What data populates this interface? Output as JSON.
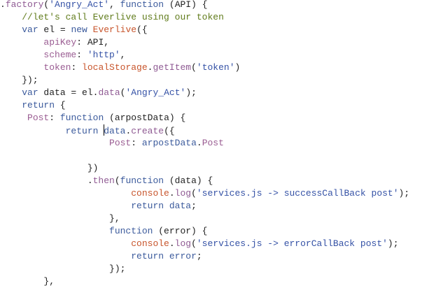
{
  "editor": {
    "cursor": {
      "line": 10,
      "token": 2,
      "offset": 2
    },
    "lines": [
      [
        [
          "p",
          "."
        ],
        [
          "mth",
          "factory"
        ],
        [
          "p",
          "("
        ],
        [
          "str",
          "'Angry_Act'"
        ],
        [
          "p",
          ", "
        ],
        [
          "kw",
          "function"
        ],
        [
          "p",
          " (API) {"
        ]
      ],
      [
        [
          "p",
          "    "
        ],
        [
          "cm",
          "//let's call Everlive using our token"
        ]
      ],
      [
        [
          "p",
          "    "
        ],
        [
          "kw",
          "var"
        ],
        [
          "p",
          " el = "
        ],
        [
          "kw",
          "new"
        ],
        [
          "p",
          " "
        ],
        [
          "cls",
          "Everlive"
        ],
        [
          "p",
          "({"
        ]
      ],
      [
        [
          "p",
          "        "
        ],
        [
          "prop",
          "apiKey"
        ],
        [
          "p",
          ": API,"
        ]
      ],
      [
        [
          "p",
          "        "
        ],
        [
          "prop",
          "scheme"
        ],
        [
          "p",
          ": "
        ],
        [
          "str",
          "'http'"
        ],
        [
          "p",
          ","
        ]
      ],
      [
        [
          "p",
          "        "
        ],
        [
          "prop",
          "token"
        ],
        [
          "p",
          ": "
        ],
        [
          "cls",
          "localStorage"
        ],
        [
          "p",
          "."
        ],
        [
          "mth",
          "getItem"
        ],
        [
          "p",
          "("
        ],
        [
          "str",
          "'token'"
        ],
        [
          "p",
          ")"
        ]
      ],
      [
        [
          "p",
          "    });"
        ]
      ],
      [
        [
          "p",
          "    "
        ],
        [
          "kw",
          "var"
        ],
        [
          "p",
          " data = el."
        ],
        [
          "mth",
          "data"
        ],
        [
          "p",
          "("
        ],
        [
          "str",
          "'Angry_Act'"
        ],
        [
          "p",
          ");"
        ]
      ],
      [
        [
          "p",
          "    "
        ],
        [
          "kw",
          "return"
        ],
        [
          "p",
          " {"
        ]
      ],
      [
        [
          "p",
          "     "
        ],
        [
          "prop",
          "Post"
        ],
        [
          "p",
          ": "
        ],
        [
          "kw",
          "function"
        ],
        [
          "p",
          " (arpostData) {"
        ]
      ],
      [
        [
          "p",
          "            "
        ],
        [
          "kw",
          "return"
        ],
        [
          "p",
          " "
        ],
        [
          "id",
          "data"
        ],
        [
          "p",
          "."
        ],
        [
          "mth",
          "create"
        ],
        [
          "p",
          "({"
        ]
      ],
      [
        [
          "p",
          "                    "
        ],
        [
          "prop",
          "Post"
        ],
        [
          "p",
          ": "
        ],
        [
          "id",
          "arpostData"
        ],
        [
          "p",
          "."
        ],
        [
          "prop",
          "Post"
        ]
      ],
      [
        [
          "p",
          ""
        ]
      ],
      [
        [
          "p",
          "                })"
        ]
      ],
      [
        [
          "p",
          "                ."
        ],
        [
          "mth",
          "then"
        ],
        [
          "p",
          "("
        ],
        [
          "kw",
          "function"
        ],
        [
          "p",
          " (data) {"
        ]
      ],
      [
        [
          "p",
          "                        "
        ],
        [
          "cls",
          "console"
        ],
        [
          "p",
          "."
        ],
        [
          "mth",
          "log"
        ],
        [
          "p",
          "("
        ],
        [
          "str",
          "'services.js -> successCallBack post'"
        ],
        [
          "p",
          ");"
        ]
      ],
      [
        [
          "p",
          "                        "
        ],
        [
          "kw",
          "return"
        ],
        [
          "p",
          " "
        ],
        [
          "id",
          "data"
        ],
        [
          "p",
          ";"
        ]
      ],
      [
        [
          "p",
          "                    },"
        ]
      ],
      [
        [
          "p",
          "                    "
        ],
        [
          "kw",
          "function"
        ],
        [
          "p",
          " (error) {"
        ]
      ],
      [
        [
          "p",
          "                        "
        ],
        [
          "cls",
          "console"
        ],
        [
          "p",
          "."
        ],
        [
          "mth",
          "log"
        ],
        [
          "p",
          "("
        ],
        [
          "str",
          "'services.js -> errorCallBack post'"
        ],
        [
          "p",
          ");"
        ]
      ],
      [
        [
          "p",
          "                        "
        ],
        [
          "kw",
          "return"
        ],
        [
          "p",
          " "
        ],
        [
          "id",
          "error"
        ],
        [
          "p",
          ";"
        ]
      ],
      [
        [
          "p",
          "                    });"
        ]
      ],
      [
        [
          "p",
          "        },"
        ]
      ]
    ]
  }
}
